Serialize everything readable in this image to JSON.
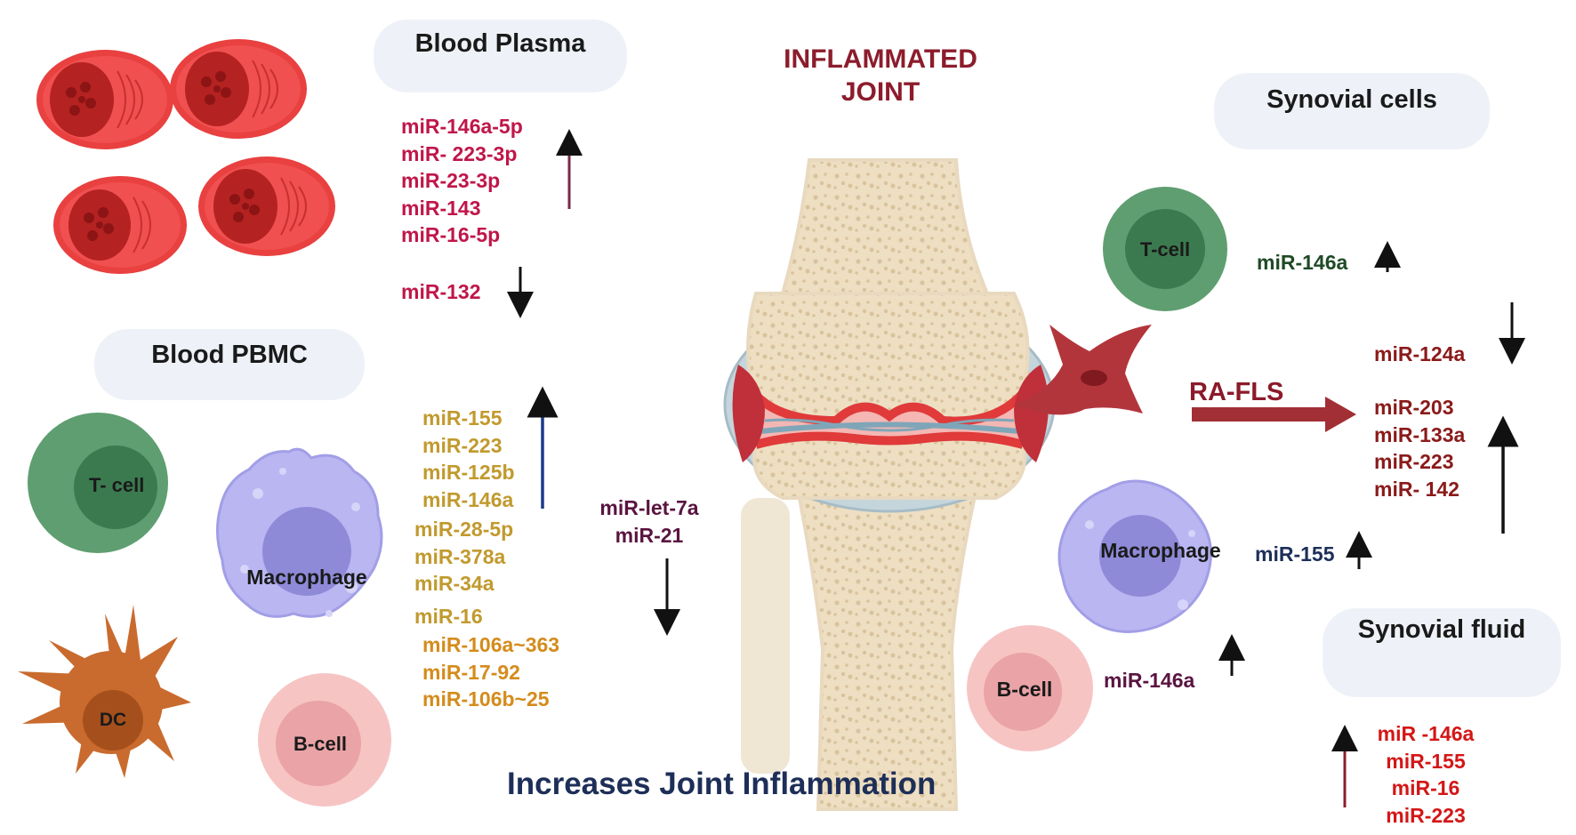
{
  "colors": {
    "rbc": "#e94040",
    "rbc_dark": "#b52222",
    "tcell_outer": "#5f9e70",
    "tcell_inner": "#3b7a4f",
    "macrophage": "#b9b6f2",
    "macrophage_inner": "#8e8ad8",
    "bcell_outer": "#f7c4c4",
    "bcell_inner": "#eaa3a6",
    "dc": "#c96b2e",
    "fls": "#b3353c",
    "plasma_text": "#c0164a",
    "pbmc_text": "#c19a2e",
    "pbmc_text_orange": "#d48c1c",
    "let7_text": "#5a1440",
    "synovial_green": "#1f4a26",
    "synovial_red": "#8b1a1a",
    "fluid_red": "#d41616",
    "title_red": "#8c1c2c",
    "footer_blue": "#1d2f58"
  },
  "title": {
    "line1": "INFLAMMATED",
    "line2": "JOINT"
  },
  "blood_plasma": {
    "header": "Blood Plasma",
    "up_list": [
      "miR-146a-5p",
      "miR- 223-3p",
      "miR-23-3p",
      "miR-143",
      "miR-16-5p"
    ],
    "down_list": [
      "miR-132"
    ]
  },
  "blood_pbmc": {
    "header": "Blood PBMC",
    "up_list": [
      "miR-155",
      "miR-223",
      "miR-125b",
      "miR-146a"
    ],
    "other_list": [
      "miR-28-5p",
      "miR-378a",
      "miR-34a",
      "miR-16"
    ],
    "cluster_list": [
      "miR-106a~363",
      "miR-17-92",
      "miR-106b~25"
    ],
    "down_list": [
      "miR-let-7a",
      "miR-21"
    ],
    "cells": {
      "tcell": "T- cell",
      "macrophage": "Macrophage",
      "dc": "DC",
      "bcell": "B-cell"
    }
  },
  "synovial_cells": {
    "header": "Synovial cells",
    "tcell_label": "T-cell",
    "tcell_mir": "miR-146a",
    "fls_label": "RA-FLS",
    "fls_down": [
      "miR-124a"
    ],
    "fls_up": [
      "miR-203",
      "miR-133a",
      "miR-223",
      "miR- 142"
    ],
    "macrophage_label": "Macrophage",
    "macrophage_mir": "miR-155",
    "bcell_label": "B-cell",
    "bcell_mir": "miR-146a"
  },
  "synovial_fluid": {
    "header": "Synovial fluid",
    "up_list": [
      "miR -146a",
      "miR-155",
      "miR-16",
      "miR-223"
    ]
  },
  "footer": "Increases Joint Inflammation"
}
